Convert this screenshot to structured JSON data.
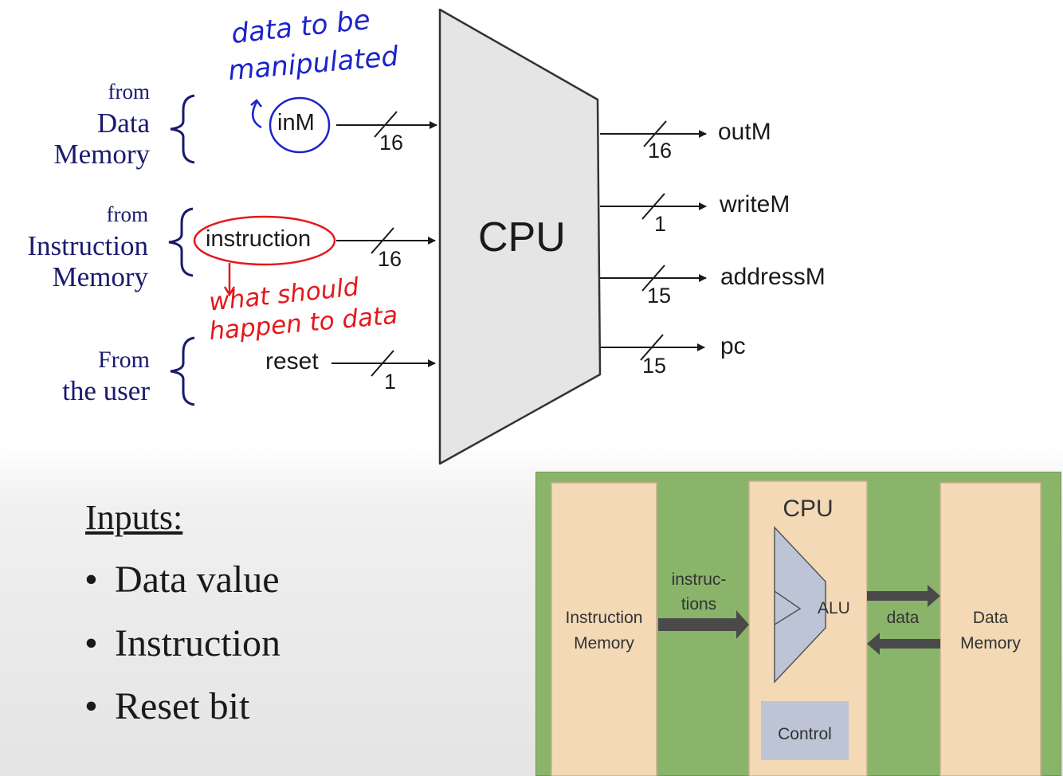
{
  "sources": {
    "data_memory": [
      "from",
      "Data",
      "Memory"
    ],
    "instruction_memory": [
      "from",
      "Instruction",
      "Memory"
    ],
    "user": [
      "From",
      "the user"
    ]
  },
  "cpu_label": "CPU",
  "inputs": [
    {
      "name": "inM",
      "width": "16"
    },
    {
      "name": "instruction",
      "width": "16"
    },
    {
      "name": "reset",
      "width": "1"
    }
  ],
  "outputs": [
    {
      "name": "outM",
      "width": "16"
    },
    {
      "name": "writeM",
      "width": "1"
    },
    {
      "name": "addressM",
      "width": "15"
    },
    {
      "name": "pc",
      "width": "15"
    }
  ],
  "annotations": {
    "blue_line1": "data to be",
    "blue_line2": "manipulated",
    "red_line1": "what should",
    "red_line2": "happen to data"
  },
  "inputs_list": {
    "title": "Inputs:",
    "items": [
      "Data value",
      "Instruction",
      "Reset bit"
    ]
  },
  "mini_diagram": {
    "instruction_memory": [
      "Instruction",
      "Memory"
    ],
    "instructions_arrow": [
      "instruc-",
      "tions"
    ],
    "cpu": "CPU",
    "alu": "ALU",
    "control": "Control",
    "data_arrow": "data",
    "data_memory": [
      "Data",
      "Memory"
    ]
  }
}
